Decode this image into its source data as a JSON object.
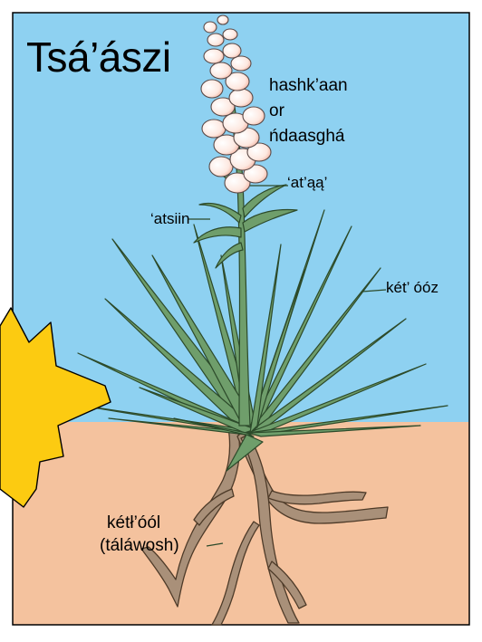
{
  "title": "Tsá’ászi",
  "labels": {
    "flower_line1": "hashk’aan",
    "flower_line2": "or",
    "flower_line3": "ńdaasghá",
    "stem": "‘at’ąą’",
    "upper_leaf": "‘atsiin",
    "leaf": "két’ óóz",
    "root_line1": "kétł’óól",
    "root_line2": "(táláwosh)"
  },
  "colors": {
    "sky": "#8ed1f1",
    "ground": "#f4c29e",
    "leaf_fill": "#6f9e6b",
    "leaf_stroke": "#2c4a2a",
    "root_fill": "#a99079",
    "root_stroke": "#4d3a28",
    "flower_fill": "#fde8e0",
    "burst_fill": "#fccb11",
    "frame": "#000000"
  },
  "icons": [
    "yucca-plant",
    "starburst-icon"
  ]
}
